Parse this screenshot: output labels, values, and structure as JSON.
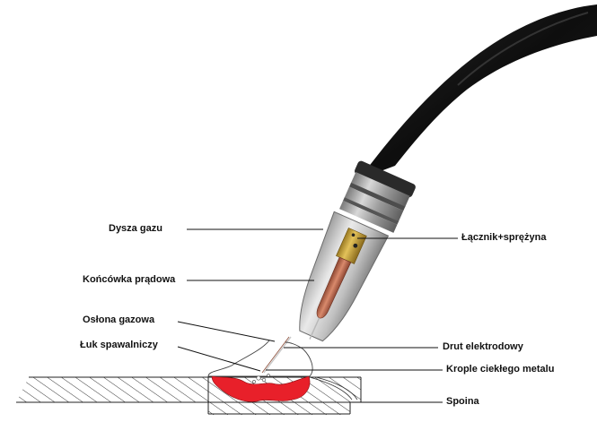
{
  "labels": {
    "left": {
      "gas_nozzle": "Dysza gazu",
      "contact_tip": "Końcówka prądowa",
      "gas_shield": "Osłona gazowa",
      "welding_arc": "Łuk spawalniczy"
    },
    "right": {
      "connector_spring": "Łącznik+sprężyna",
      "electrode_wire": "Drut elektrodowy",
      "metal_droplets": "Krople ciekłego metalu",
      "weld": "Spoina"
    }
  },
  "colors": {
    "cable": "#141414",
    "nozzle_metal": "#a8a8a8",
    "contact_tip_brass": "#c9a23a",
    "wire_copper": "#b5654a",
    "weld_pool": "#e8202a",
    "leader_line": "#111111",
    "base_metal_hatch": "#222222"
  }
}
